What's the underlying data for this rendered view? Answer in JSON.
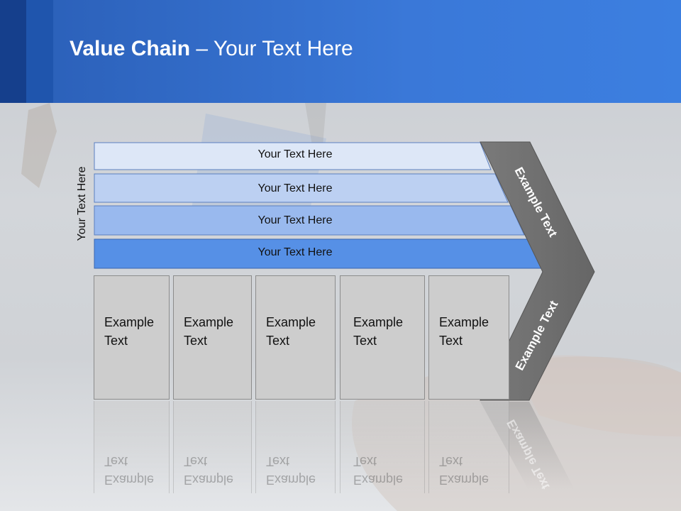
{
  "title": {
    "bold": "Value Chain",
    "rest": " – Your Text Here"
  },
  "side_label": "Your Text Here",
  "bars": [
    {
      "label": "Your Text Here",
      "color": "#dde7f7"
    },
    {
      "label": "Your Text Here",
      "color": "#bcd0f2"
    },
    {
      "label": "Your Text Here",
      "color": "#99b9ee"
    },
    {
      "label": "Your Text Here",
      "color": "#5690e6"
    }
  ],
  "columns": [
    {
      "line1": "Example",
      "line2": "Text"
    },
    {
      "line1": "Example",
      "line2": "Text"
    },
    {
      "line1": "Example",
      "line2": "Text"
    },
    {
      "line1": "Example",
      "line2": "Text"
    },
    {
      "line1": "Example",
      "line2": "Text"
    }
  ],
  "chevron": {
    "upper": "Example Text",
    "lower": "Example Text",
    "color": "#6e6e6e"
  },
  "colors": {
    "header": "#3a78d8",
    "header_dark": "#153f8c",
    "column": "#cdcdcd"
  }
}
